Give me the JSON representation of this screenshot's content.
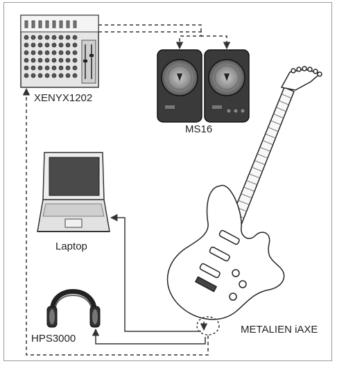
{
  "labels": {
    "mixer": "XENYX1202",
    "speakers": "MS16",
    "laptop": "Laptop",
    "headphones": "HPS3000",
    "guitar": "METALIEN iAXE"
  },
  "colors": {
    "line": "#333333",
    "speaker_body": "#3a3a3a",
    "speaker_cone": "#888888",
    "laptop_screen": "#4a4a4a",
    "mixer_body": "#dcdcdc"
  }
}
